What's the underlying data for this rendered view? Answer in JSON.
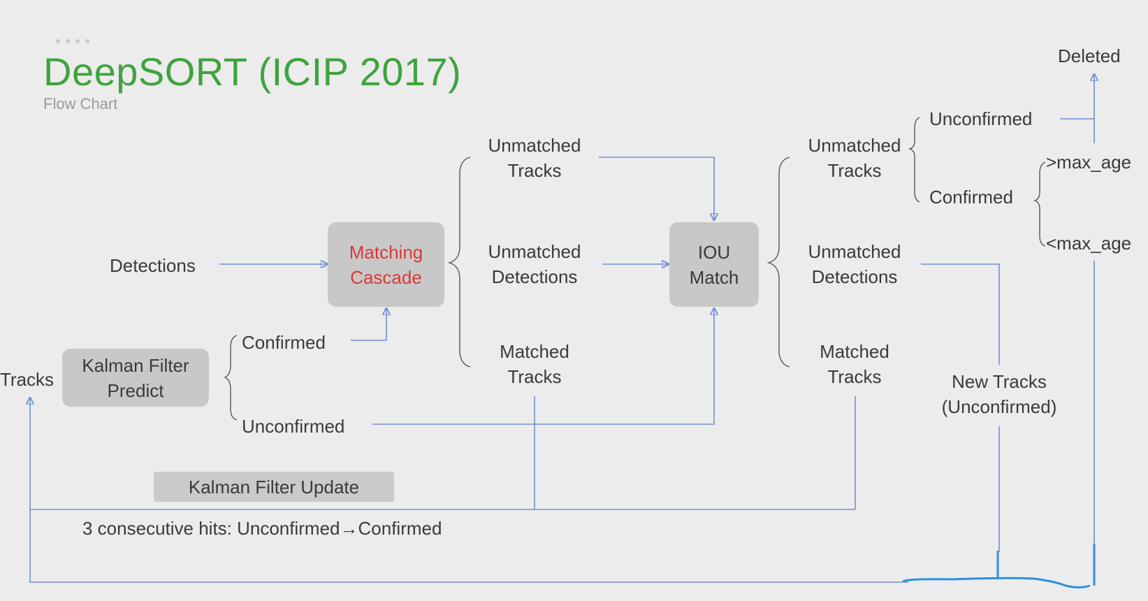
{
  "header": {
    "title": "DeepSORT (ICIP 2017)",
    "subtitle": "Flow Chart"
  },
  "diagram": {
    "detections": "Detections",
    "tracks": "Tracks",
    "kalman_predict": {
      "line1": "Kalman Filter",
      "line2": "Predict"
    },
    "matching_cascade": {
      "line1": "Matching",
      "line2": "Cascade"
    },
    "iou_match": {
      "line1": "IOU",
      "line2": "Match"
    },
    "confirmed": "Confirmed",
    "unconfirmed": "Unconfirmed",
    "cascade_out": {
      "unmatched_tracks": {
        "line1": "Unmatched",
        "line2": "Tracks"
      },
      "unmatched_detections": {
        "line1": "Unmatched",
        "line2": "Detections"
      },
      "matched_tracks": {
        "line1": "Matched",
        "line2": "Tracks"
      }
    },
    "iou_out": {
      "unmatched_tracks": {
        "line1": "Unmatched",
        "line2": "Tracks"
      },
      "unmatched_detections": {
        "line1": "Unmatched",
        "line2": "Detections"
      },
      "matched_tracks": {
        "line1": "Matched",
        "line2": "Tracks"
      }
    },
    "track_state": {
      "unconfirmed": "Unconfirmed",
      "confirmed": "Confirmed",
      "over_max_age": ">max_age",
      "under_max_age": "<max_age",
      "deleted": "Deleted"
    },
    "new_tracks": {
      "line1": "New Tracks",
      "line2": "(Unconfirmed)"
    },
    "kalman_update": "Kalman Filter Update",
    "consecutive_hits": "3 consecutive hits:  Unconfirmed→Confirmed"
  },
  "colors": {
    "title": "#3fa33f",
    "connector": "#6f8fd4",
    "highlight_text": "#d93a3a",
    "box_fill": "#c8c8c8",
    "background": "#ececec"
  }
}
